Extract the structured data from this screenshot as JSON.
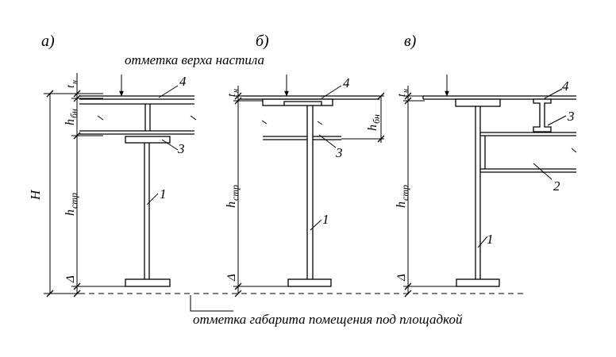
{
  "panels": {
    "a": {
      "label": "а)",
      "dim_total": "H",
      "dim_top": "t",
      "dim_top_sub": "н",
      "dim_beam": "h",
      "dim_beam_sub": "бн",
      "dim_main": "h",
      "dim_main_sub": "стр",
      "dim_gap": "Δ",
      "n1": "1",
      "n3": "3",
      "n4": "4"
    },
    "b": {
      "label": "б)",
      "dim_top": "t",
      "dim_top_sub": "н",
      "dim_beam": "h",
      "dim_beam_sub": "бн",
      "dim_main": "h",
      "dim_main_sub": "стр",
      "dim_gap": "Δ",
      "n1": "1",
      "n3": "3",
      "n4": "4"
    },
    "c": {
      "label": "в)",
      "dim_top": "t",
      "dim_top_sub": "н",
      "dim_main": "h",
      "dim_main_sub": "стр",
      "dim_gap": "Δ",
      "n1": "1",
      "n2": "2",
      "n3": "3",
      "n4": "4"
    }
  },
  "annotations": {
    "top": "отметка верха настила",
    "bottom": "отметка габарита помещения под площадкой"
  }
}
